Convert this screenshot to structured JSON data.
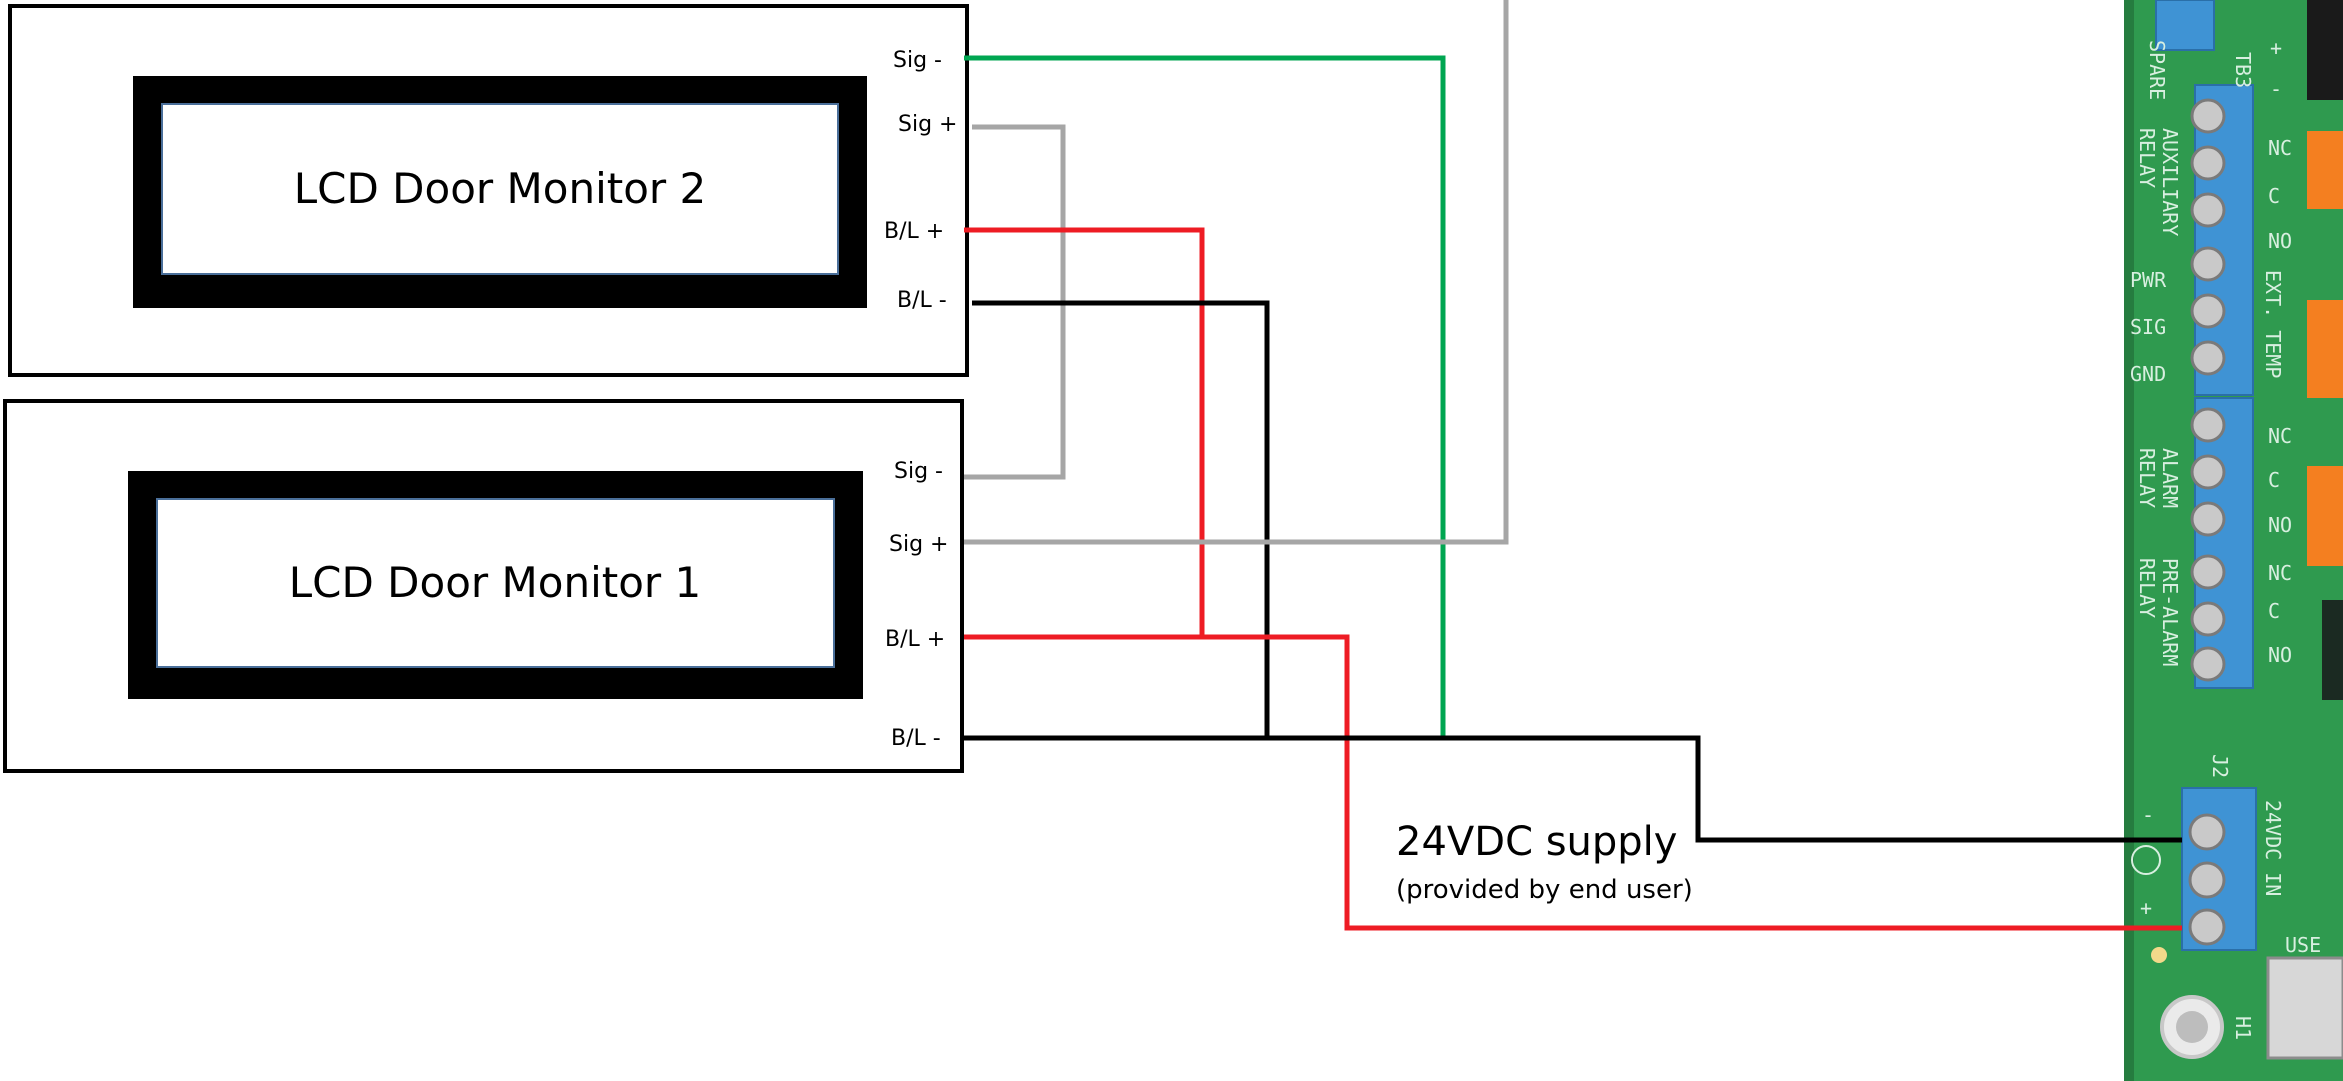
{
  "monitors": [
    {
      "title": "LCD Door Monitor 2",
      "terminals": [
        "Sig -",
        "Sig +",
        "B/L +",
        "B/L -"
      ]
    },
    {
      "title": "LCD Door Monitor 1",
      "terminals": [
        "Sig -",
        "Sig +",
        "B/L +",
        "B/L -"
      ]
    }
  ],
  "supply": {
    "title": "24VDC supply",
    "subtitle": "(provided by end user)"
  },
  "board": {
    "tb3": "TB3",
    "spare": "SPARE",
    "plus": "+",
    "minus": "-",
    "auxiliary_relay": [
      "AUXILIARY",
      "RELAY"
    ],
    "ext_temp": "EXT. TEMP",
    "ext_temp_pins": [
      "PWR",
      "SIG",
      "GND"
    ],
    "alarm_relay": [
      "ALARM",
      "RELAY"
    ],
    "pre_alarm_relay": [
      "PRE-ALARM",
      "RELAY"
    ],
    "relay_pins": [
      "NC",
      "C",
      "NO"
    ],
    "j2": "J2",
    "dc_in": "24VDC IN",
    "j2_pins": [
      "-",
      "+"
    ],
    "use": "USE",
    "h1": "H1"
  },
  "colors": {
    "signal_negative": "#00a651",
    "signal_positive": "#a6a6a6",
    "backlight_positive": "#ee1c24",
    "backlight_negative": "#000000",
    "pcb": "#2f9a4f",
    "terminal_block": "#3f93d4",
    "relay_body": "#f47f20"
  }
}
